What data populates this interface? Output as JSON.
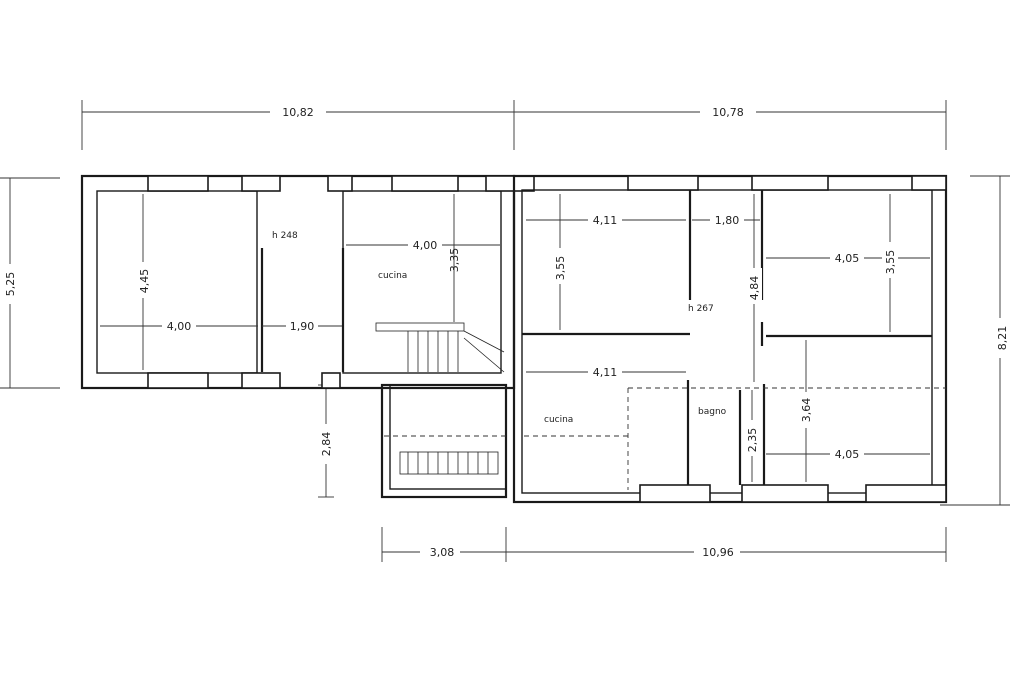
{
  "overall": {
    "top_left": "10,82",
    "top_right": "10,78",
    "left_height": "5,25",
    "right_height": "8,21",
    "bottom_left": "3,08",
    "bottom_right": "10,96"
  },
  "rooms": {
    "left_room_width": "4,00",
    "left_room_height": "4,45",
    "corridor_width": "1,90",
    "ceiling_left": "h 248",
    "kitchen_left_label": "cucina",
    "kitchen_left_width": "4,00",
    "kitchen_left_height": "3,35",
    "stair_height": "2,84",
    "room_a_width": "4,11",
    "room_a_height": "3,55",
    "hall_width": "1,80",
    "hall_height": "4,84",
    "ceiling_right": "h 267",
    "room_b_width": "4,05",
    "room_b_height": "3,55",
    "kitchen_right_label": "cucina",
    "kitchen_right_width": "4,11",
    "bath_label": "bagno",
    "bath_height": "2,35",
    "room_c_height": "3,64",
    "room_c_width": "4,05"
  }
}
